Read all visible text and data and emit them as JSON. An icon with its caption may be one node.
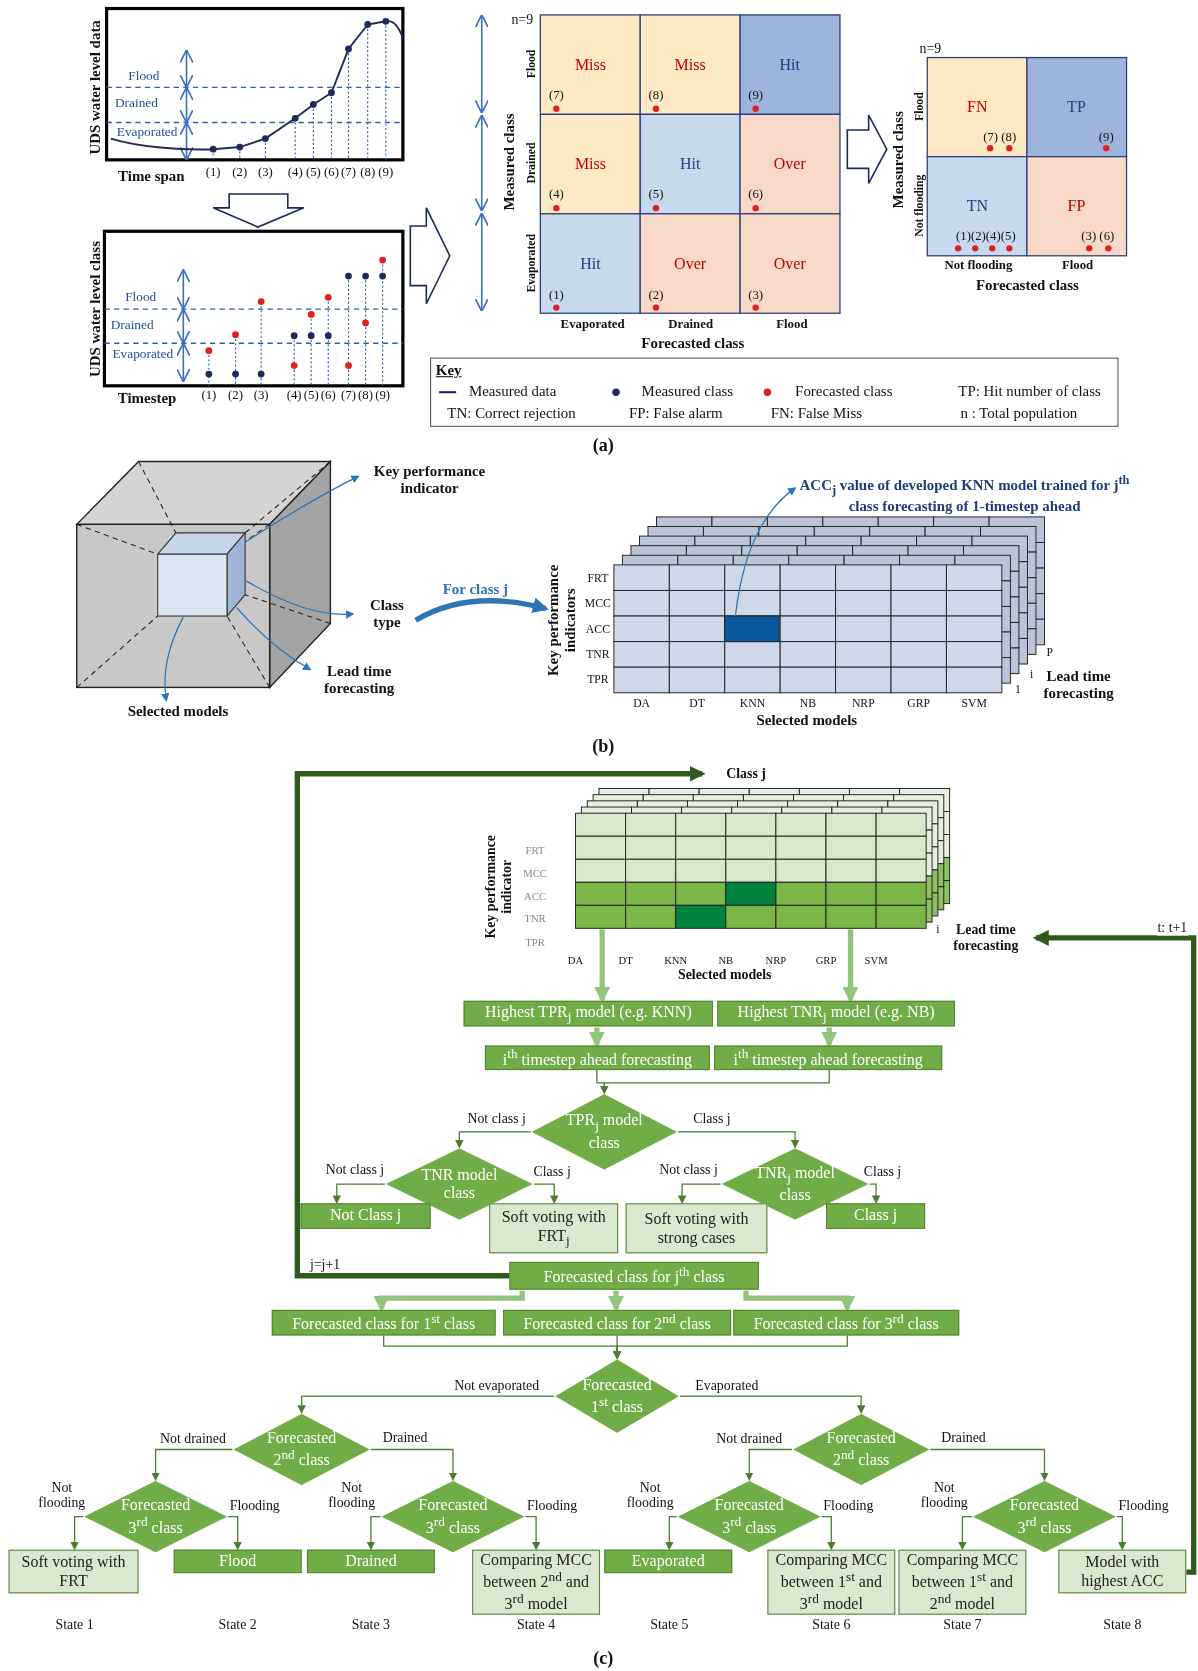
{
  "diagram": {
    "nodes": [
      {
        "text": [],
        "shape": "cube"
      },
      {
        "text": [
          "Key performance indicator"
        ]
      },
      {
        "text": [
          "Class type"
        ]
      },
      {
        "text": [
          "Lead time forecasting"
        ]
      },
      {
        "text": [
          "Selected models"
        ]
      },
      {
        "text": [],
        "shape": "grid"
      },
      {
        "text": [
          "ACC$_{j}$ value of developed KNN model trained for j$^{th}$ class forecasting of 1-timestep ahead"
        ]
      },
      {
        "text": [],
        "shape": "box",
        "in": 5
      },
      {
        "text": [
          "Class j"
        ]
      },
      {
        "text": [],
        "shape": "grid"
      },
      {
        "text": [
          "Lead time forecasting"
        ]
      },
      {
        "text": [
          "Highest TPR$_{j}$ model (e.g. KNN)"
        ]
      },
      {
        "text": [
          "Highest TNR$_{j}$ model (e.g. NB)"
        ]
      },
      {
        "text": [
          "i$^{th}$ timestep ahead forecasting"
        ]
      },
      {
        "text": [
          "i$^{th}$ timestep ahead forecasting"
        ]
      },
      {
        "text": [
          "TPR$_{j}$ model class"
        ]
      },
      {
        "text": [
          "TNR model class"
        ]
      },
      {
        "text": [
          "TNR$_{j}$ model class"
        ]
      },
      {
        "text": [
          "Not Class j"
        ]
      },
      {
        "text": [
          "Soft voting with FRT$_{j}$"
        ]
      },
      {
        "text": [
          "Soft voting with strong cases"
        ]
      },
      {
        "text": [
          "Class j"
        ]
      },
      {
        "text": [
          "Forecasted class for j$^{th}$ class"
        ]
      },
      {
        "text": [
          "Forecasted class for 1$^{st}$ class"
        ]
      },
      {
        "text": [
          "Forecasted class for 2$^{nd}$ class"
        ]
      },
      {
        "text": [
          "Forecasted class for 3$^{rd}$ class"
        ]
      },
      {
        "text": [
          "Forecasted 1$^{st}$ class"
        ]
      },
      {
        "text": [
          "Forecasted 2$^{nd}$ class"
        ]
      },
      {
        "text": [
          "Forecasted 2$^{nd}$ class"
        ]
      },
      {
        "text": [
          "Forecasted 3$^{rd}$ class"
        ]
      },
      {
        "text": [
          "Forecasted 3$^{rd}$ class"
        ]
      },
      {
        "text": [
          "Forecasted 3$^{rd}$ class"
        ]
      },
      {
        "text": [
          "Forecasted 3$^{rd}$ class"
        ]
      },
      {
        "text": [
          "Soft voting with FRT"
        ],
        "beside": [
          "State 1"
        ]
      },
      {
        "text": [
          "Flood"
        ],
        "beside": [
          "State 2"
        ]
      },
      {
        "text": [
          "Drained"
        ],
        "beside": [
          "State 3"
        ]
      },
      {
        "text": [
          "Comparing MCC between 2$^{nd}$ and 3$^{rd}$ model"
        ],
        "beside": [
          "State 4"
        ]
      },
      {
        "text": [
          "Evaporated"
        ],
        "beside": [
          "State 5"
        ]
      },
      {
        "text": [
          "Comparing MCC between 1$^{st}$ and 3$^{rd}$ model"
        ],
        "beside": [
          "State 6"
        ]
      },
      {
        "text": [
          "Comparing MCC between 1$^{st}$ and 2$^{nd}$ model"
        ],
        "beside": [
          "State 7"
        ]
      },
      {
        "text": [
          "Model with highest ACC"
        ],
        "beside": [
          "State 8"
        ]
      }
    ],
    "edges": [
      {
        "from": 0,
        "to": 1,
        "arrow": "to",
        "color": "#2e75b6"
      },
      {
        "from": 0,
        "to": 2,
        "arrow": "to",
        "color": "#2e75b6"
      },
      {
        "from": 0,
        "to": 3,
        "arrow": "to",
        "color": "#2e75b6"
      },
      {
        "from": 0,
        "to": 4,
        "arrow": "to",
        "color": "#2e75b6"
      },
      {
        "from": 2,
        "to": 5,
        "arrow": "to",
        "label": "For class j",
        "style": "thick",
        "color": "#2e75b6"
      },
      {
        "from": 7,
        "to": 6,
        "arrow": "to",
        "color": "#2e75b6"
      },
      {
        "from": 9,
        "to": 11,
        "arrow": "to",
        "style": "thick",
        "color": "#93c47d"
      },
      {
        "from": 9,
        "to": 12,
        "arrow": "to",
        "style": "thick",
        "color": "#93c47d"
      },
      {
        "from": 11,
        "to": 13,
        "arrow": "to",
        "style": "thick",
        "color": "#93c47d"
      },
      {
        "from": 12,
        "to": 14,
        "arrow": "to",
        "style": "thick",
        "color": "#93c47d"
      },
      {
        "from": 13,
        "to": 15,
        "arrow": "to"
      },
      {
        "from": 14,
        "to": 15,
        "arrow": "to"
      },
      {
        "from": 15,
        "to": 16,
        "arrow": "to",
        "label": "Not class j"
      },
      {
        "from": 15,
        "to": 17,
        "arrow": "to",
        "label": "Class j"
      },
      {
        "from": 16,
        "to": 18,
        "arrow": "to",
        "label": "Not class j"
      },
      {
        "from": 16,
        "to": 19,
        "arrow": "to",
        "label": "Class j"
      },
      {
        "from": 17,
        "to": 20,
        "arrow": "to",
        "label": "Not class j"
      },
      {
        "from": 17,
        "to": 21,
        "arrow": "to",
        "label": "Class j"
      },
      {
        "from": 22,
        "to": 8,
        "arrow": "to",
        "label": "j=j+1",
        "style": "thick",
        "color": "#2f5a1e"
      },
      {
        "from": 22,
        "to": 23,
        "arrow": "to",
        "style": "thick",
        "color": "#93c47d"
      },
      {
        "from": 22,
        "to": 24,
        "arrow": "to",
        "style": "thick",
        "color": "#93c47d"
      },
      {
        "from": 22,
        "to": 25,
        "arrow": "to",
        "style": "thick",
        "color": "#93c47d"
      },
      {
        "from": 23,
        "to": 26,
        "arrow": "to"
      },
      {
        "from": 24,
        "to": 26,
        "arrow": "to"
      },
      {
        "from": 25,
        "to": 26,
        "arrow": "to"
      },
      {
        "from": 26,
        "to": 27,
        "arrow": "to",
        "label": "Not evaporated"
      },
      {
        "from": 26,
        "to": 28,
        "arrow": "to",
        "label": "Evaporated"
      },
      {
        "from": 27,
        "to": 29,
        "arrow": "to",
        "label": "Not drained"
      },
      {
        "from": 27,
        "to": 30,
        "arrow": "to",
        "label": "Drained"
      },
      {
        "from": 28,
        "to": 31,
        "arrow": "to",
        "label": "Not drained"
      },
      {
        "from": 28,
        "to": 32,
        "arrow": "to",
        "label": "Drained"
      },
      {
        "from": 29,
        "to": 33,
        "arrow": "to",
        "label": "Not flooding"
      },
      {
        "from": 29,
        "to": 34,
        "arrow": "to",
        "label": "Flooding"
      },
      {
        "from": 30,
        "to": 35,
        "arrow": "to",
        "label": "Not flooding"
      },
      {
        "from": 30,
        "to": 36,
        "arrow": "to",
        "label": "Flooding"
      },
      {
        "from": 31,
        "to": 37,
        "arrow": "to",
        "label": "Not flooding"
      },
      {
        "from": 31,
        "to": 38,
        "arrow": "to",
        "label": "Flooding"
      },
      {
        "from": 32,
        "to": 39,
        "arrow": "to",
        "label": "Not flooding"
      },
      {
        "from": 32,
        "to": 40,
        "arrow": "to",
        "label": "Flooding"
      },
      {
        "from": 40,
        "to": 10,
        "arrow": "to",
        "label": "t: t+1",
        "style": "thick",
        "color": "#2f5a1e"
      }
    ],
    "labels": [
      "UDS water level data",
      "Flood",
      "Drained",
      "Evaporated",
      "Time span",
      "(1)",
      "(2)",
      "(3)",
      "(4)",
      "(5)",
      "(6)",
      "(7)",
      "(8)",
      "(9)",
      "UDS water level class",
      "Flood",
      "Drained",
      "Evaporated",
      "Timestep",
      "(1)",
      "(2)",
      "(3)",
      "(4)",
      "(5)",
      "(6)",
      "(7)",
      "(8)",
      "(9)",
      "n=9",
      "Measured class",
      "Flood",
      "Miss",
      "(7)",
      "Miss",
      "(8)",
      "Hit",
      "(9)",
      "Drained",
      "Miss",
      "(4)",
      "Hit",
      "(5)",
      "Over",
      "(6)",
      "Evaporated",
      "Hit",
      "(1)",
      "Over",
      "(2)",
      "Over",
      "(3)",
      "Evaporated",
      "Drained",
      "Flood",
      "Forecasted class",
      "n=9",
      "Measured class",
      "Flood",
      "FN",
      "(7) (8)",
      "TP",
      "(9)",
      "Not flooding",
      "TN",
      "(1)(2)(4)(5)",
      "FP",
      "(3) (6)",
      "Not flooding",
      "Flood",
      "Forecasted class",
      "Key",
      "TP: Hit number of class",
      "TN: Correct rejection",
      "FP: False alarm",
      "FN: False Miss",
      "n : Total population",
      "(a)",
      "FRT",
      "MCC",
      "ACC",
      "TNR",
      "TPR",
      "Key performance indicators",
      "DA",
      "DT",
      "KNN",
      "NB",
      "NRP",
      "GRP",
      "SVM",
      "Selected models",
      "P",
      "i",
      "1",
      "Lead time forecasting",
      "(b)",
      "Key performance indicator",
      "FRT",
      "MCC",
      "ACC",
      "TNR",
      "TPR",
      "DA",
      "DT",
      "KNN",
      "NB",
      "NRP",
      "GRP",
      "SVM",
      "Selected models",
      "i",
      "(c)"
    ],
    "legend": [
      {
        "text": "Measured data"
      },
      {
        "text": "Measured class",
        "color": "#1f2a5a"
      },
      {
        "text": "Forecasted class",
        "color": "#e02020"
      }
    ]
  }
}
